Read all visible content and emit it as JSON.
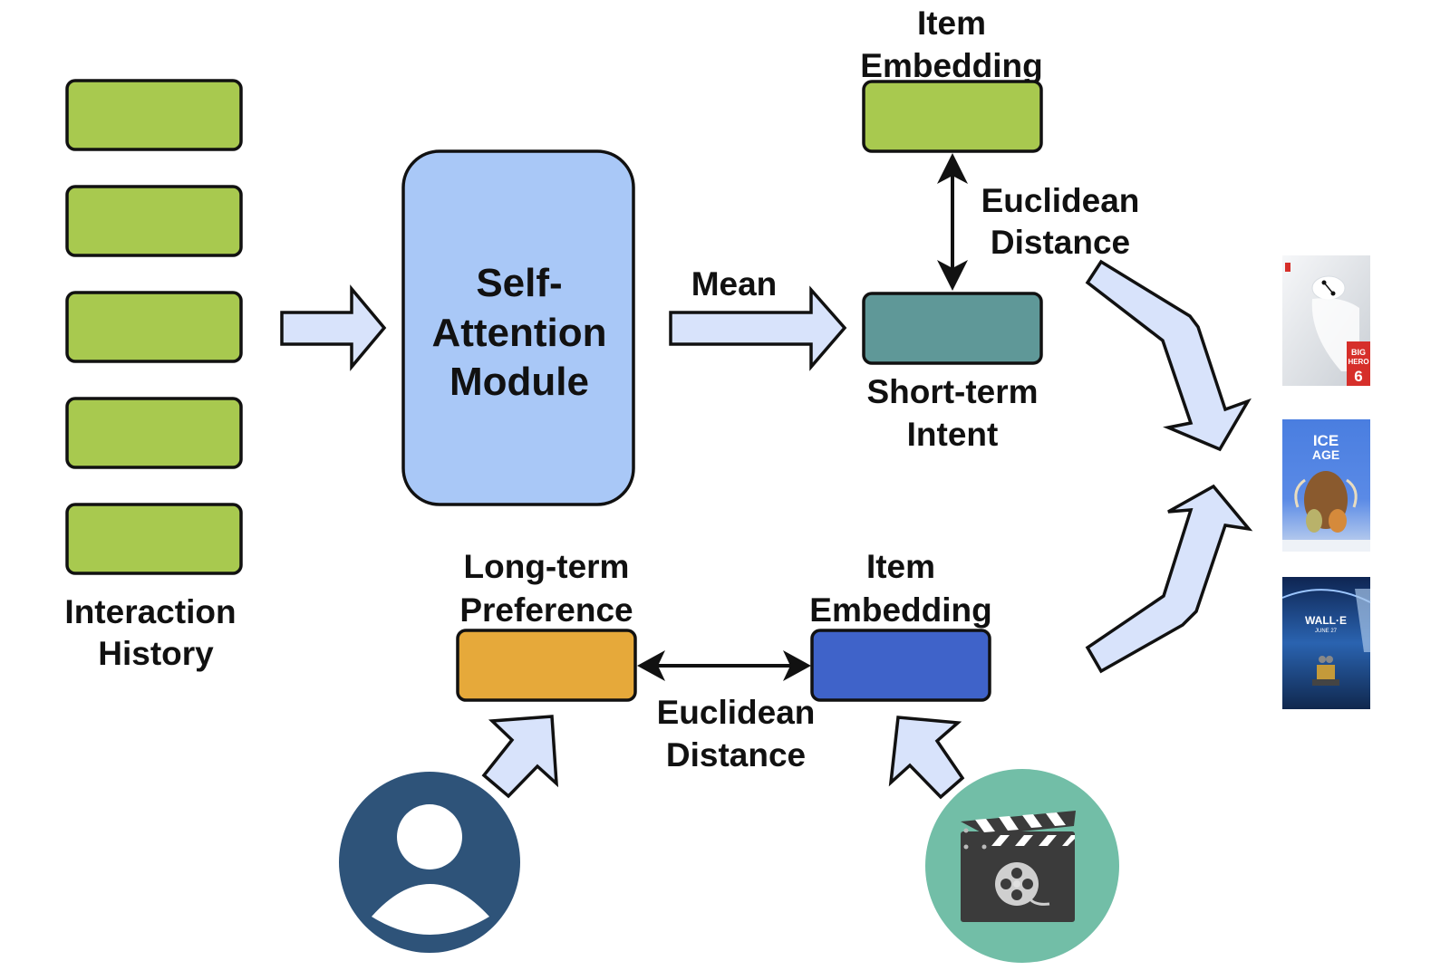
{
  "colors": {
    "history_item": "#a8c94f",
    "attention_module": "#a9c8f7",
    "item_embedding_top": "#a8c94f",
    "short_term_intent": "#5f9898",
    "long_term_preference": "#e6a93a",
    "item_embedding_bottom": "#3f63c9",
    "fat_arrow_fill": "#d8e3fb",
    "user_circle": "#2e5379",
    "film_circle": "#72bea7",
    "clapper": "#3b3b3b"
  },
  "interaction_history": {
    "item_count": 5,
    "label_line1": "Interaction",
    "label_line2": "History"
  },
  "attention_module": {
    "line1": "Self-",
    "line2": "Attention",
    "line3": "Module"
  },
  "mean_arrow": {
    "label": "Mean"
  },
  "item_embedding_top": {
    "line1": "Item",
    "line2": "Embedding"
  },
  "distance_top": {
    "line1": "Euclidean",
    "line2": "Distance"
  },
  "short_term_intent": {
    "line1": "Short-term",
    "line2": "Intent"
  },
  "long_term_preference": {
    "line1": "Long-term",
    "line2": "Preference"
  },
  "item_embedding_bottom": {
    "line1": "Item",
    "line2": "Embedding"
  },
  "distance_bottom": {
    "line1": "Euclidean",
    "line2": "Distance"
  },
  "icons": {
    "user": "user-avatar-icon",
    "film": "film-clapperboard-icon"
  },
  "recommendations": [
    {
      "title": "BIG HERO 6",
      "poster_bg": "#e9ecef",
      "accent": "#d62f2a"
    },
    {
      "title": "ICE AGE",
      "poster_bg": "#3d6fd0",
      "accent": "#ffffff"
    },
    {
      "title": "WALL·E",
      "subtitle": "JUNE 27",
      "poster_bg": "#1b3c78",
      "accent": "#ffffff"
    }
  ]
}
